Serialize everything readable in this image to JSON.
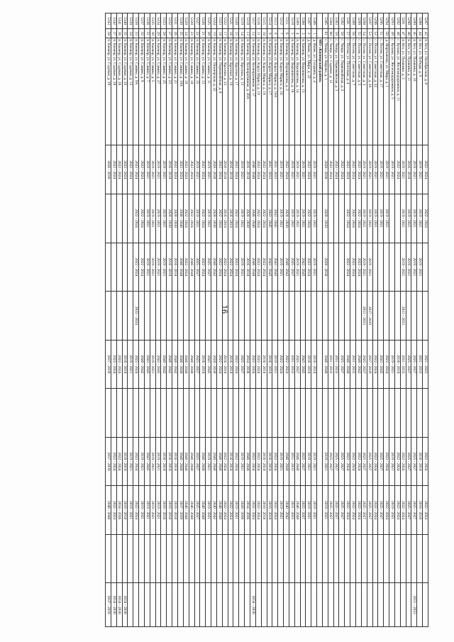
{
  "page_number": "16",
  "rows": [
    [
      "5287",
      "43",
      "п. Кез, ул. Октябрьская, д. 8",
      "2022 - 2024",
      "2022 - 2024",
      "",
      "",
      "2021 - 2023",
      "",
      "2022 - 2024",
      "2022 - 2024",
      "",
      ""
    ],
    [
      "5288",
      "44",
      "п. Кез, ул. Победы, д. 9",
      "2019 - 2021",
      "2019 - 2021",
      "2019 - 2021",
      "",
      "2031 - 2033",
      "",
      "2016 - 2018",
      "2016 - 2018",
      "",
      ""
    ],
    [
      "5289",
      "45",
      "п. Кез, ул. Пушкина, д. 10",
      "2019 - 2021",
      "2019 - 2021",
      "2019 - 2021",
      "",
      "2025 - 2027",
      "",
      "2025 - 2027",
      "2025 - 2027",
      "",
      "2031 - 2033"
    ],
    [
      "5290",
      "46",
      "п. Кез, ул. Пушкина, д. 11",
      "2016 - 2018",
      "2019 - 2021",
      "2019 - 2021",
      "",
      "2025 - 2027",
      "",
      "2025 - 2027",
      "2025 - 2027",
      "",
      ""
    ],
    [
      "5291",
      "47",
      "п. Кез, ул. Пушкина, д. 3",
      "2019 - 2021",
      "2019 - 2021",
      "2019 - 2021",
      "2031 - 2033",
      "2031 - 2033",
      "",
      "2022 - 2024",
      "2022 - 2024",
      "",
      ""
    ],
    [
      "5292",
      "48",
      "с. Кузьма, ул. Железнодорожная, д. 11",
      "2022 - 2024",
      "",
      "",
      "",
      "2016 - 2018",
      "",
      "2022 - 2024",
      "2022 - 2024",
      "",
      ""
    ],
    [
      "5293",
      "49",
      "с. Кузьма, ул. Железнодорожная, д. 5",
      "2019 - 2021",
      "",
      "",
      "",
      "2019 - 2021",
      "",
      "2019 - 2021",
      "2019 - 2021",
      "",
      ""
    ],
    [
      "5294",
      "50",
      "д. Мартьяново, ул. Мира, д. 1",
      "2019 - 2021",
      "2019 - 2021",
      "",
      "",
      "2022 - 2024",
      "",
      "2022 - 2024",
      "2022 - 2024",
      "",
      ""
    ],
    [
      "5295",
      "51",
      "с. Полом, ул. Советская, д. 17",
      "2019 - 2021",
      "2019 - 2021",
      "",
      "",
      "2043 - 2045",
      "",
      "2025 - 2027",
      "2025 - 2027",
      "",
      ""
    ],
    [
      "5296",
      "52",
      "с. Полом, ул. Советская, д. 22",
      "2019 - 2021",
      "2019 - 2021",
      "",
      "",
      "2022 - 2024",
      "",
      "2022 - 2024",
      "2022 - 2024",
      "",
      ""
    ],
    [
      "5297",
      "53",
      "с. Полом, ул. Советская, д. 28",
      "2019 - 2021",
      "2019 - 2021",
      "2019 - 2021",
      "2037 - 2039",
      "2037 - 2039",
      "",
      "2025 - 2027",
      "2025 - 2027",
      "",
      ""
    ],
    [
      "5298",
      "54",
      "с. Полом, ул. Советская, д. 3",
      "2019 - 2021",
      "2019 - 2021",
      "2019 - 2021",
      "2031 - 2033",
      "2025 - 2027",
      "",
      "2025 - 2027",
      "2025 - 2027",
      "",
      ""
    ],
    [
      "5299",
      "55",
      "с. Полом, ул. Советская, д. 5",
      "2022 - 2024",
      "2022 - 2024",
      "2022 - 2024",
      "",
      "2040 - 2042",
      "",
      "2022 - 2024",
      "2022 - 2024",
      "",
      ""
    ],
    [
      "5300",
      "56",
      "с. Полом, ул. Советская, д. 7",
      "2022 - 2024",
      "2022 - 2024",
      "2022 - 2024",
      "",
      "2031 - 2033",
      "",
      "2022 - 2024",
      "2022 - 2024",
      "",
      ""
    ],
    [
      "5301",
      "57",
      "с. Полом, ул. Почтовая, д. 4",
      "2022 - 2024",
      "2022 - 2024",
      "2022 - 2024",
      "",
      "2046 - 2048",
      "",
      "2022 - 2024",
      "2022 - 2024",
      "",
      ""
    ],
    [
      "5302",
      "58",
      "с. Чепца, ул. Первомайская, д. 2",
      "2022 - 2024",
      "",
      "",
      "",
      "2025 - 2027",
      "",
      "2025 - 2027",
      "2025 - 2027",
      "",
      ""
    ],
    [
      "5303",
      "59",
      "с. Чепца, ул. Первомайская, д. 3",
      "2022 - 2024",
      "",
      "",
      "",
      "2031 - 2033",
      "",
      "2025 - 2027",
      "2025 - 2027",
      "",
      ""
    ],
    [
      "5304",
      "60",
      "с. Чепца, ул. Садовая, д. 12",
      "2022 - 2024",
      "",
      "",
      "",
      "2031 - 2033",
      "",
      "2025 - 2027",
      "2025 - 2027",
      "",
      ""
    ],
    [
      "5305",
      "61",
      "с. Чепца, ул. Кирова, д. 1",
      "2028 - 2030",
      "2028 - 2030",
      "2028 - 2030",
      "",
      "2046 - 2048",
      "",
      "2019 - 2021",
      "2019 - 2021",
      "",
      ""
    ],
    [
      "",
      "",
      "МО «Кизнерский район»",
      "",
      "",
      "",
      "",
      "",
      "",
      "",
      "",
      "",
      ""
    ],
    [
      "5306",
      "1",
      "д. Ишек, ул. Гагарина, д. 4",
      "2019 - 2021",
      "2019 - 2021",
      "2019 - 2021",
      "",
      "2016 - 2018",
      "",
      "2019 - 2021",
      "2019 - 2021",
      "",
      ""
    ],
    [
      "5307",
      "2",
      "д. Ишек, ул. Мира, д. 22",
      "2022 - 2024",
      "2022 - 2024",
      "2022 - 2024",
      "",
      "2016 - 2018",
      "",
      "2019 - 2021",
      "2019 - 2021",
      "",
      ""
    ],
    [
      "5308",
      "3",
      "п. Кизнер, ул. Ворошилова, д. 13",
      "2019 - 2021",
      "2019 - 2021",
      "2043 - 2045",
      "",
      "2043 - 2045",
      "",
      "2025 - 2027",
      "2025 - 2027",
      "",
      ""
    ],
    [
      "5309",
      "4",
      "п. Кизнер, ул. Ворошилова, д. 14",
      "2019 - 2021",
      "2019 - 2021",
      "2019 - 2021",
      "",
      "2025 - 2027",
      "",
      "2046 - 2048",
      "2046 - 2048",
      "",
      ""
    ],
    [
      "5310",
      "5",
      "п. Кизнер, ул. Ворошилова, д. 16",
      "2019 - 2021",
      "2019 - 2021",
      "2025 - 2027",
      "",
      "2031 - 2033",
      "",
      "2031 - 2033",
      "2031 - 2033",
      "",
      ""
    ],
    [
      "5311",
      "6",
      "п. Кизнер, ул. Ворошилова, д. 2",
      "2022 - 2024",
      "2028 - 2030",
      "2040 - 2042",
      "",
      "2022 - 2024",
      "",
      "2046 - 2048",
      "2040 - 2042",
      "",
      ""
    ],
    [
      "5312",
      "7",
      "п. Кизнер, ул. Карла Маркса, д. 16",
      "2019 - 2021",
      "2019 - 2021",
      "2019 - 2021",
      "",
      "2022 - 2024",
      "",
      "2019 - 2021",
      "2019 - 2021",
      "",
      ""
    ],
    [
      "5313",
      "8",
      "п. Кизнер, ул. Карла Маркса, д. 16А",
      "2031 - 2033",
      "2043 - 2045",
      "2043 - 2045",
      "",
      "2019 - 2021",
      "",
      "2022 - 2024",
      "2022 - 2024",
      "",
      ""
    ],
    [
      "5314",
      "9",
      "п. Кизнер, ул. Карла Маркса, д. 17",
      "2031 - 2033",
      "2043 - 2045",
      "2043 - 2045",
      "",
      "2016 - 2018",
      "",
      "2016 - 2018",
      "2016 - 2018",
      "",
      ""
    ],
    [
      "5315",
      "10",
      "п. Кизнер, ул. Карла Маркса, д. 18",
      "2022 - 2024",
      "2022 - 2024",
      "2022 - 2024",
      "",
      "2016 - 2018",
      "",
      "2016 - 2018",
      "2016 - 2018",
      "",
      ""
    ],
    [
      "5316",
      "11",
      "п. Кизнер, ул. Карла Маркса, д. 19",
      "2022 - 2024",
      "2022 - 2024",
      "2022 - 2024",
      "",
      "2022 - 2024",
      "",
      "2022 - 2024",
      "2022 - 2024",
      "",
      ""
    ],
    [
      "5317",
      "12",
      "п. Кизнер, ул. Кооперативная, д. 17",
      "2046 - 2048",
      "2046 - 2048",
      "2046 - 2048",
      "",
      "2022 - 2024",
      "",
      "2022 - 2024",
      "2022 - 2024",
      "",
      "2034 - 2036"
    ],
    [
      "5318",
      "13",
      "п. Кизнер, ул. Кооперативная, д. 20А",
      "2016 - 2018",
      "2028 - 2030",
      "2016 - 2018",
      "",
      "2034 - 2036",
      "",
      "2046 - 2048",
      "2034 - 2036",
      "",
      ""
    ],
    [
      "5319",
      "14",
      "п. Кизнер, ул. Красная, д. 13",
      "2019 - 2021",
      "2019 - 2021",
      "2019 - 2021",
      "",
      "2025 - 2027",
      "",
      "2019 - 2021",
      "2028 - 2030",
      "",
      ""
    ],
    [
      "5320",
      "15",
      "п. Кизнер, ул. Красная, д. 17",
      "2022 - 2024",
      "2022 - 2024",
      "2022 - 2024",
      "",
      "2022 - 2024",
      "",
      "2022 - 2024",
      "2019 - 2021",
      "",
      ""
    ],
    [
      "5321",
      "16",
      "п. Кизнер, ул. Красная, д. 19",
      "2016 - 2018",
      "2016 - 2018",
      "2022 - 2024",
      "",
      "2016 - 2018",
      "",
      "2016 - 2018",
      "2022 - 2024",
      "",
      ""
    ],
    [
      "5322",
      "17",
      "п. Кизнер, ул. Красная, д. 23",
      "2016 - 2018",
      "2016 - 2018",
      "2022 - 2024",
      "",
      "2016 - 2018",
      "",
      "2022 - 2024",
      "2022 - 2024",
      "",
      ""
    ],
    [
      "5323",
      "18",
      "п. Кизнер, ул. Первомайская, д. 8",
      "2022 - 2024",
      "2022 - 2024",
      "2022 - 2024",
      "",
      "2022 - 2024",
      "",
      "2046 - 2048",
      "2046 - 2048",
      "",
      ""
    ],
    [
      "5324",
      "19",
      "п. Кизнер, ул. Пионерская, д. 22",
      "2028 - 2030",
      "2028 - 2030",
      "2040 - 2042",
      "",
      "2028 - 2030",
      "",
      "2046 - 2048",
      "2040 - 2042",
      "",
      ""
    ],
    [
      "5325",
      "20",
      "п. Кизнер, ул. Савина, д. 11",
      "2019 - 2021",
      "2019 - 2021",
      "2025 - 2027",
      "",
      "2043 - 2045",
      "",
      "2019 - 2021",
      "2019 - 2021",
      "",
      ""
    ],
    [
      "5326",
      "21",
      "п. Кизнер, ул. Савина, д. 13",
      "2022 - 2024",
      "2022 - 2024",
      "2022 - 2024",
      "",
      "2016 - 2018",
      "",
      "2046 - 2048",
      "2046 - 2048",
      "",
      ""
    ],
    [
      "5327",
      "22",
      "п. Кизнер, ул. Савина, д. 15",
      "2019 - 2021",
      "2019 - 2021",
      "2025 - 2027",
      "",
      "2025 - 2027",
      "",
      "2025 - 2027",
      "2025 - 2027",
      "",
      ""
    ],
    [
      "5328",
      "23",
      "п. Кизнер, ул. Савина, д. 18",
      "2022 - 2024",
      "2022 - 2024",
      "2046 - 2048",
      "",
      "2046 - 2048",
      "",
      "2046 - 2048",
      "2046 - 2048",
      "",
      ""
    ],
    [
      "5329",
      "24",
      "п. Кизнер, ул. Савина, д. 19",
      "2022 - 2024",
      "2022 - 2024",
      "2022 - 2024",
      "",
      "2046 - 2048",
      "",
      "2046 - 2048",
      "2046 - 2048",
      "",
      ""
    ],
    [
      "5330",
      "25",
      "п. Кизнер, ул. Савина, д. 19А",
      "2022 - 2024",
      "2046 - 2048",
      "2046 - 2048",
      "",
      "2046 - 2048",
      "",
      "2046 - 2048",
      "2037 - 2039",
      "",
      ""
    ],
    [
      "5331",
      "26",
      "п. Кизнер, ул. Савина, д. 21",
      "2022 - 2024",
      "2028 - 2030",
      "2016 - 2018",
      "",
      "2040 - 2042",
      "",
      "2016 - 2018",
      "2016 - 2018",
      "",
      ""
    ],
    [
      "5332",
      "27",
      "п. Кизнер, ул. Савина, д. 23",
      "2016 - 2018",
      "2028 - 2030",
      "2016 - 2018",
      "",
      "2040 - 2042",
      "",
      "2016 - 2018",
      "2016 - 2018",
      "",
      ""
    ],
    [
      "5333",
      "28",
      "п. Кизнер, ул. Савина, д. 25",
      "2019 - 2021",
      "2019 - 2021",
      "2019 - 2021",
      "",
      "2040 - 2042",
      "",
      "2016 - 2018",
      "2016 - 2018",
      "",
      ""
    ],
    [
      "5334",
      "29",
      "п. Кизнер, ул. Савина, д. 27",
      "2019 - 2021",
      "2019 - 2021",
      "2019 - 2021",
      "",
      "2043 - 2045",
      "",
      "2019 - 2021",
      "2019 - 2021",
      "",
      ""
    ],
    [
      "5335",
      "30",
      "п. Кизнер, ул. Савина, д. 5",
      "2019 - 2021",
      "2019 - 2021",
      "2019 - 2021",
      "",
      "2019 - 2021",
      "",
      "2019 - 2021",
      "2019 - 2021",
      "",
      ""
    ],
    [
      "5336",
      "31",
      "п. Кизнер, ул. Савина, д. 7",
      "2019 - 2021",
      "2019 - 2021",
      "2019 - 2021",
      "",
      "2043 - 2045",
      "",
      "2043 - 2045",
      "2019 - 2021",
      "",
      ""
    ],
    [
      "5337",
      "32",
      "п. Кизнер, ул. Савина, д. 9",
      "2022 - 2024",
      "2022 - 2024",
      "2022 - 2024",
      "",
      "2040 - 2042",
      "",
      "2019 - 2021",
      "2019 - 2021",
      "",
      ""
    ],
    [
      "5338",
      "33",
      "п. Кизнер, ул. Савина, д. 9А",
      "2022 - 2024",
      "2022 - 2024",
      "2022 - 2024",
      "2022 - 2024",
      "2022 - 2024",
      "",
      "2022 - 2024",
      "2022 - 2024",
      "",
      ""
    ],
    [
      "5339",
      "34",
      "п. Кизнер, ул. Садовая, д. 12",
      "2022 - 2024",
      "",
      "",
      "",
      "2019 - 2021",
      "",
      "2019 - 2021",
      "2019 - 2021",
      "",
      ""
    ],
    [
      "5340",
      "35",
      "п. Кизнер, ул. Садовая, д. 25",
      "2022 - 2024",
      "",
      "",
      "",
      "2016 - 2018",
      "",
      "2016 - 2018",
      "2016 - 2018",
      "",
      "2034 - 2036"
    ],
    [
      "5341",
      "36",
      "п. Кизнер, ул. Садовая, д. 26",
      "2022 - 2024",
      "",
      "",
      "",
      "2022 - 2024",
      "",
      "2022 - 2024",
      "2034 - 2036",
      "",
      "2034 - 2036"
    ],
    [
      "5342",
      "37",
      "п. Кизнер, ул. Садовая, д. 28",
      "2022 - 2024",
      "",
      "",
      "",
      "2022 - 2024",
      "",
      "2022 - 2024",
      "2022 - 2024",
      "",
      "2034 - 2036"
    ],
    [
      "5343",
      "38",
      "п. Кизнер, ул. Садовая, д. 29",
      "2028 - 2030",
      "",
      "",
      "",
      "2037 - 2039",
      "",
      "2037 - 2039",
      "2046 - 2048",
      "",
      "2037 - 2039"
    ]
  ]
}
